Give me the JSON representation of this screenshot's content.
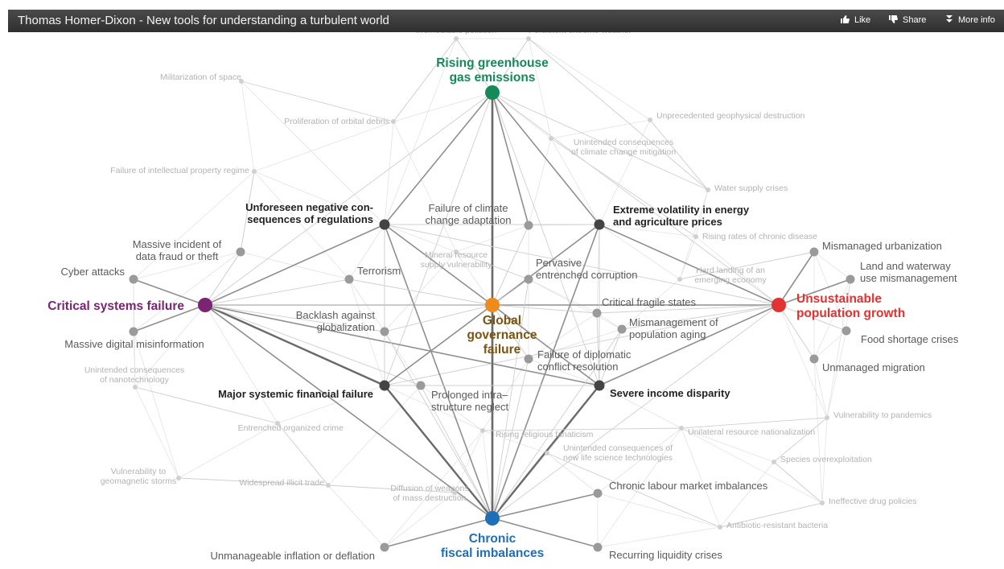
{
  "header": {
    "title": "Thomas Homer-Dixon - New tools for understanding a turbulent world",
    "like_label": "Like",
    "share_label": "Share",
    "more_info_label": "More info"
  },
  "colors": {
    "greenhouse": "#16895a",
    "critical": "#7b2473",
    "governance": "#ef8a1c",
    "population": "#e23232",
    "fiscal": "#1f6fb8",
    "dark_node": "#444444",
    "mid_node": "#9a9a9a",
    "minor_node": "#d0d0d0"
  },
  "nodes": [
    {
      "id": "greenhouse",
      "label": "Rising greenhouse gas emissions",
      "lines": [
        "Rising greenhouse",
        "gas emissions"
      ],
      "level": "major",
      "color": "#16895a"
    },
    {
      "id": "critical",
      "label": "Critical systems failure",
      "lines": [
        "Critical systems failure"
      ],
      "level": "major",
      "color": "#7b2473"
    },
    {
      "id": "governance",
      "label": "Global governance failure",
      "lines": [
        "Global",
        "governance",
        "failure"
      ],
      "level": "major",
      "color": "#ef8a1c",
      "text_color": "#7a5410"
    },
    {
      "id": "population",
      "label": "Unsustainable population growth",
      "lines": [
        "Unsustainable",
        "population growth"
      ],
      "level": "major",
      "color": "#e23232"
    },
    {
      "id": "fiscal",
      "label": "Chronic fiscal imbalances",
      "lines": [
        "Chronic",
        "fiscal imbalances"
      ],
      "level": "major",
      "color": "#1f6fb8"
    },
    {
      "id": "unforeseen",
      "label": "Unforeseen negative consequences of regulations",
      "lines": [
        "Unforeseen negative con-",
        "sequences of regulations"
      ],
      "level": "dark"
    },
    {
      "id": "volatility",
      "label": "Extreme volatility in energy and agriculture prices",
      "lines": [
        "Extreme volatility in energy",
        "and agriculture prices"
      ],
      "level": "dark"
    },
    {
      "id": "financial",
      "label": "Major systemic financial failure",
      "lines": [
        "Major systemic financial failure"
      ],
      "level": "dark"
    },
    {
      "id": "income",
      "label": "Severe income disparity",
      "lines": [
        "Severe income disparity"
      ],
      "level": "dark"
    },
    {
      "id": "climate_adapt",
      "label": "Failure of climate change adaptation",
      "lines": [
        "Failure of climate",
        "change adaptation"
      ],
      "level": "mid"
    },
    {
      "id": "data_fraud",
      "label": "Massive incident of data fraud or theft",
      "lines": [
        "Massive incident of",
        "data fraud or theft"
      ],
      "level": "mid"
    },
    {
      "id": "cyber",
      "label": "Cyber attacks",
      "lines": [
        "Cyber attacks"
      ],
      "level": "mid"
    },
    {
      "id": "terrorism",
      "label": "Terrorism",
      "lines": [
        "Terrorism"
      ],
      "level": "mid"
    },
    {
      "id": "corruption",
      "label": "Pervasive entrenched corruption",
      "lines": [
        "Pervasive",
        "entrenched corruption"
      ],
      "level": "mid"
    },
    {
      "id": "backlash",
      "label": "Backlash against globalization",
      "lines": [
        "Backlash against",
        "globalization"
      ],
      "level": "mid"
    },
    {
      "id": "misinfo",
      "label": "Massive digital misinformation",
      "lines": [
        "Massive digital misinformation"
      ],
      "level": "mid"
    },
    {
      "id": "fragile",
      "label": "Critical fragile states",
      "lines": [
        "Critical fragile states"
      ],
      "level": "mid"
    },
    {
      "id": "aging",
      "label": "Mismanagement of population aging",
      "lines": [
        "Mismanagement of",
        "population aging"
      ],
      "level": "mid"
    },
    {
      "id": "diplomatic",
      "label": "Failure of diplomatic conflict resolution",
      "lines": [
        "Failure of diplomatic",
        "conflict resolution"
      ],
      "level": "mid"
    },
    {
      "id": "infrastructure",
      "label": "Prolonged infrastructure neglect",
      "lines": [
        "Prolonged infra–",
        "structure neglect"
      ],
      "level": "mid"
    },
    {
      "id": "urbanization",
      "label": "Mismanaged urbanization",
      "lines": [
        "Mismanaged urbanization"
      ],
      "level": "mid"
    },
    {
      "id": "land",
      "label": "Land and waterway use mismanagement",
      "lines": [
        "Land and waterway",
        "use mismanagement"
      ],
      "level": "mid"
    },
    {
      "id": "food",
      "label": "Food shortage crises",
      "lines": [
        "Food shortage crises"
      ],
      "level": "mid"
    },
    {
      "id": "migration",
      "label": "Unmanaged migration",
      "lines": [
        "Unmanaged migration"
      ],
      "level": "mid"
    },
    {
      "id": "labour",
      "label": "Chronic labour market imbalances",
      "lines": [
        "Chronic labour market imbalances"
      ],
      "level": "mid"
    },
    {
      "id": "inflation",
      "label": "Unmanageable inflation or deflation",
      "lines": [
        "Unmanageable inflation or deflation"
      ],
      "level": "mid"
    },
    {
      "id": "liquidity",
      "label": "Recurring liquidity crises",
      "lines": [
        "Recurring liquidity crises"
      ],
      "level": "mid"
    },
    {
      "id": "pollution",
      "label": "Irremediable pollution",
      "lines": [
        "Irremediable pollution"
      ],
      "level": "minor"
    },
    {
      "id": "weather",
      "label": "Persistent extreme weather",
      "lines": [
        "Persistent extreme weather"
      ],
      "level": "minor"
    },
    {
      "id": "space",
      "label": "Militarization of space",
      "lines": [
        "Militarization of space"
      ],
      "level": "minor"
    },
    {
      "id": "debris",
      "label": "Proliferation of orbital debris",
      "lines": [
        "Proliferation of orbital debris"
      ],
      "level": "minor"
    },
    {
      "id": "geophysical",
      "label": "Unprecedented geophysical destruction",
      "lines": [
        "Unprecedented geophysical destruction"
      ],
      "level": "minor"
    },
    {
      "id": "climate_mitig",
      "label": "Unintended consequences of climate change mitigation",
      "lines": [
        "Unintended consequences",
        "of climate change mitigation"
      ],
      "level": "minor"
    },
    {
      "id": "ip",
      "label": "Failure of intellectual property regime",
      "lines": [
        "Failure of intellectual property regime"
      ],
      "level": "minor"
    },
    {
      "id": "water",
      "label": "Water supply crises",
      "lines": [
        "Water supply crises"
      ],
      "level": "minor"
    },
    {
      "id": "chronic_disease",
      "label": "Rising rates of chronic disease",
      "lines": [
        "Rising rates of chronic disease"
      ],
      "level": "minor"
    },
    {
      "id": "mineral",
      "label": "Mineral resource supply vulnerability",
      "lines": [
        "Mineral resource",
        "supply vulnerability"
      ],
      "level": "minor"
    },
    {
      "id": "hard_landing",
      "label": "Hard landing of an emerging economy",
      "lines": [
        "Hard landing of an",
        "emerging economy"
      ],
      "level": "minor"
    },
    {
      "id": "nanotech",
      "label": "Unintended consequences of nanotechnology",
      "lines": [
        "Unintended consequences",
        "of nanotechnology"
      ],
      "level": "minor"
    },
    {
      "id": "organized_crime",
      "label": "Entrenched organized crime",
      "lines": [
        "Entrenched organized crime"
      ],
      "level": "minor"
    },
    {
      "id": "religious",
      "label": "Rising religious fanaticism",
      "lines": [
        "Rising religious fanaticism"
      ],
      "level": "minor"
    },
    {
      "id": "nationalization",
      "label": "Unilateral resource nationalization",
      "lines": [
        "Unilateral resource nationalization"
      ],
      "level": "minor"
    },
    {
      "id": "pandemics",
      "label": "Vulnerability to pandemics",
      "lines": [
        "Vulnerability to pandemics"
      ],
      "level": "minor"
    },
    {
      "id": "life_science",
      "label": "Unintended consequences of new life science technologies",
      "lines": [
        "Unintended consequences of",
        "new life science technologies"
      ],
      "level": "minor"
    },
    {
      "id": "species",
      "label": "Species overexploitation",
      "lines": [
        "Species overexploitation"
      ],
      "level": "minor"
    },
    {
      "id": "geomagnetic",
      "label": "Vulnerability to geomagnetic storms",
      "lines": [
        "Vulnerability to",
        "geomagnetic storms"
      ],
      "level": "minor"
    },
    {
      "id": "illicit",
      "label": "Widespread illicit trade",
      "lines": [
        "Widespread illicit trade"
      ],
      "level": "minor"
    },
    {
      "id": "wmd",
      "label": "Diffusion of weapons of mass destruction",
      "lines": [
        "Diffusion of weapons",
        "of mass destruction"
      ],
      "level": "minor"
    },
    {
      "id": "drug",
      "label": "Ineffective drug policies",
      "lines": [
        "Ineffective drug policies"
      ],
      "level": "minor"
    },
    {
      "id": "antibiotic",
      "label": "Antibiotic-resistant bacteria",
      "lines": [
        "Antibiotic-resistant bacteria"
      ],
      "level": "minor"
    }
  ],
  "links": [
    [
      "greenhouse",
      "governance",
      3
    ],
    [
      "greenhouse",
      "unforeseen",
      2
    ],
    [
      "greenhouse",
      "volatility",
      2
    ],
    [
      "greenhouse",
      "fiscal",
      3
    ],
    [
      "greenhouse",
      "critical",
      1
    ],
    [
      "greenhouse",
      "population",
      1
    ],
    [
      "greenhouse",
      "climate_adapt",
      2
    ],
    [
      "greenhouse",
      "financial",
      1
    ],
    [
      "greenhouse",
      "income",
      1
    ],
    [
      "greenhouse",
      "pollution",
      1
    ],
    [
      "greenhouse",
      "weather",
      1
    ],
    [
      "greenhouse",
      "water",
      1
    ],
    [
      "critical",
      "governance",
      2
    ],
    [
      "critical",
      "unforeseen",
      2
    ],
    [
      "critical",
      "financial",
      3
    ],
    [
      "critical",
      "cyber",
      2
    ],
    [
      "critical",
      "misinfo",
      2
    ],
    [
      "critical",
      "data_fraud",
      1
    ],
    [
      "critical",
      "fiscal",
      2
    ],
    [
      "critical",
      "income",
      2
    ],
    [
      "critical",
      "terrorism",
      1
    ],
    [
      "critical",
      "backlash",
      1
    ],
    [
      "critical",
      "population",
      1
    ],
    [
      "critical",
      "infrastructure",
      1
    ],
    [
      "population",
      "governance",
      2
    ],
    [
      "population",
      "volatility",
      2
    ],
    [
      "population",
      "income",
      2
    ],
    [
      "population",
      "urbanization",
      2
    ],
    [
      "population",
      "land",
      2
    ],
    [
      "population",
      "food",
      1
    ],
    [
      "population",
      "migration",
      1
    ],
    [
      "population",
      "fragile",
      1
    ],
    [
      "population",
      "aging",
      1
    ],
    [
      "population",
      "fiscal",
      1
    ],
    [
      "population",
      "unforeseen",
      1
    ],
    [
      "population",
      "financial",
      1
    ],
    [
      "fiscal",
      "governance",
      3
    ],
    [
      "fiscal",
      "financial",
      3
    ],
    [
      "fiscal",
      "income",
      3
    ],
    [
      "fiscal",
      "unforeseen",
      2
    ],
    [
      "fiscal",
      "volatility",
      2
    ],
    [
      "fiscal",
      "inflation",
      2
    ],
    [
      "fiscal",
      "liquidity",
      2
    ],
    [
      "fiscal",
      "labour",
      2
    ],
    [
      "fiscal",
      "infrastructure",
      1
    ],
    [
      "fiscal",
      "backlash",
      1
    ],
    [
      "fiscal",
      "diplomatic",
      1
    ],
    [
      "fiscal",
      "aging",
      1
    ],
    [
      "fiscal",
      "corruption",
      1
    ],
    [
      "governance",
      "unforeseen",
      2
    ],
    [
      "governance",
      "volatility",
      2
    ],
    [
      "governance",
      "financial",
      2
    ],
    [
      "governance",
      "income",
      2
    ],
    [
      "governance",
      "fragile",
      1
    ],
    [
      "governance",
      "corruption",
      1
    ],
    [
      "governance",
      "diplomatic",
      1
    ],
    [
      "governance",
      "backlash",
      1
    ],
    [
      "governance",
      "terrorism",
      1
    ],
    [
      "governance",
      "climate_adapt",
      1
    ],
    [
      "unforeseen",
      "financial",
      1
    ],
    [
      "unforeseen",
      "volatility",
      1
    ],
    [
      "volatility",
      "income",
      1
    ],
    [
      "financial",
      "income",
      1
    ],
    [
      "income",
      "fragile",
      1
    ],
    [
      "income",
      "aging",
      1
    ],
    [
      "financial",
      "infrastructure",
      1
    ],
    [
      "weather",
      "water",
      1
    ],
    [
      "pollution",
      "debris",
      1
    ],
    [
      "geophysical",
      "water",
      1
    ],
    [
      "climate_mitig",
      "chronic_disease",
      1
    ],
    [
      "space",
      "debris",
      1
    ],
    [
      "ip",
      "data_fraud",
      1
    ],
    [
      "hard_landing",
      "urbanization",
      1
    ],
    [
      "mineral",
      "corruption",
      1
    ],
    [
      "nanotech",
      "organized_crime",
      1
    ],
    [
      "organized_crime",
      "illicit",
      1
    ],
    [
      "geomagnetic",
      "illicit",
      1
    ],
    [
      "religious",
      "nationalization",
      1
    ],
    [
      "pandemics",
      "species",
      1
    ],
    [
      "life_science",
      "antibiotic",
      1
    ],
    [
      "drug",
      "antibiotic",
      1
    ],
    [
      "wmd",
      "illicit",
      1
    ],
    [
      "species",
      "drug",
      1
    ],
    [
      "nationalization",
      "pandemics",
      1
    ]
  ]
}
